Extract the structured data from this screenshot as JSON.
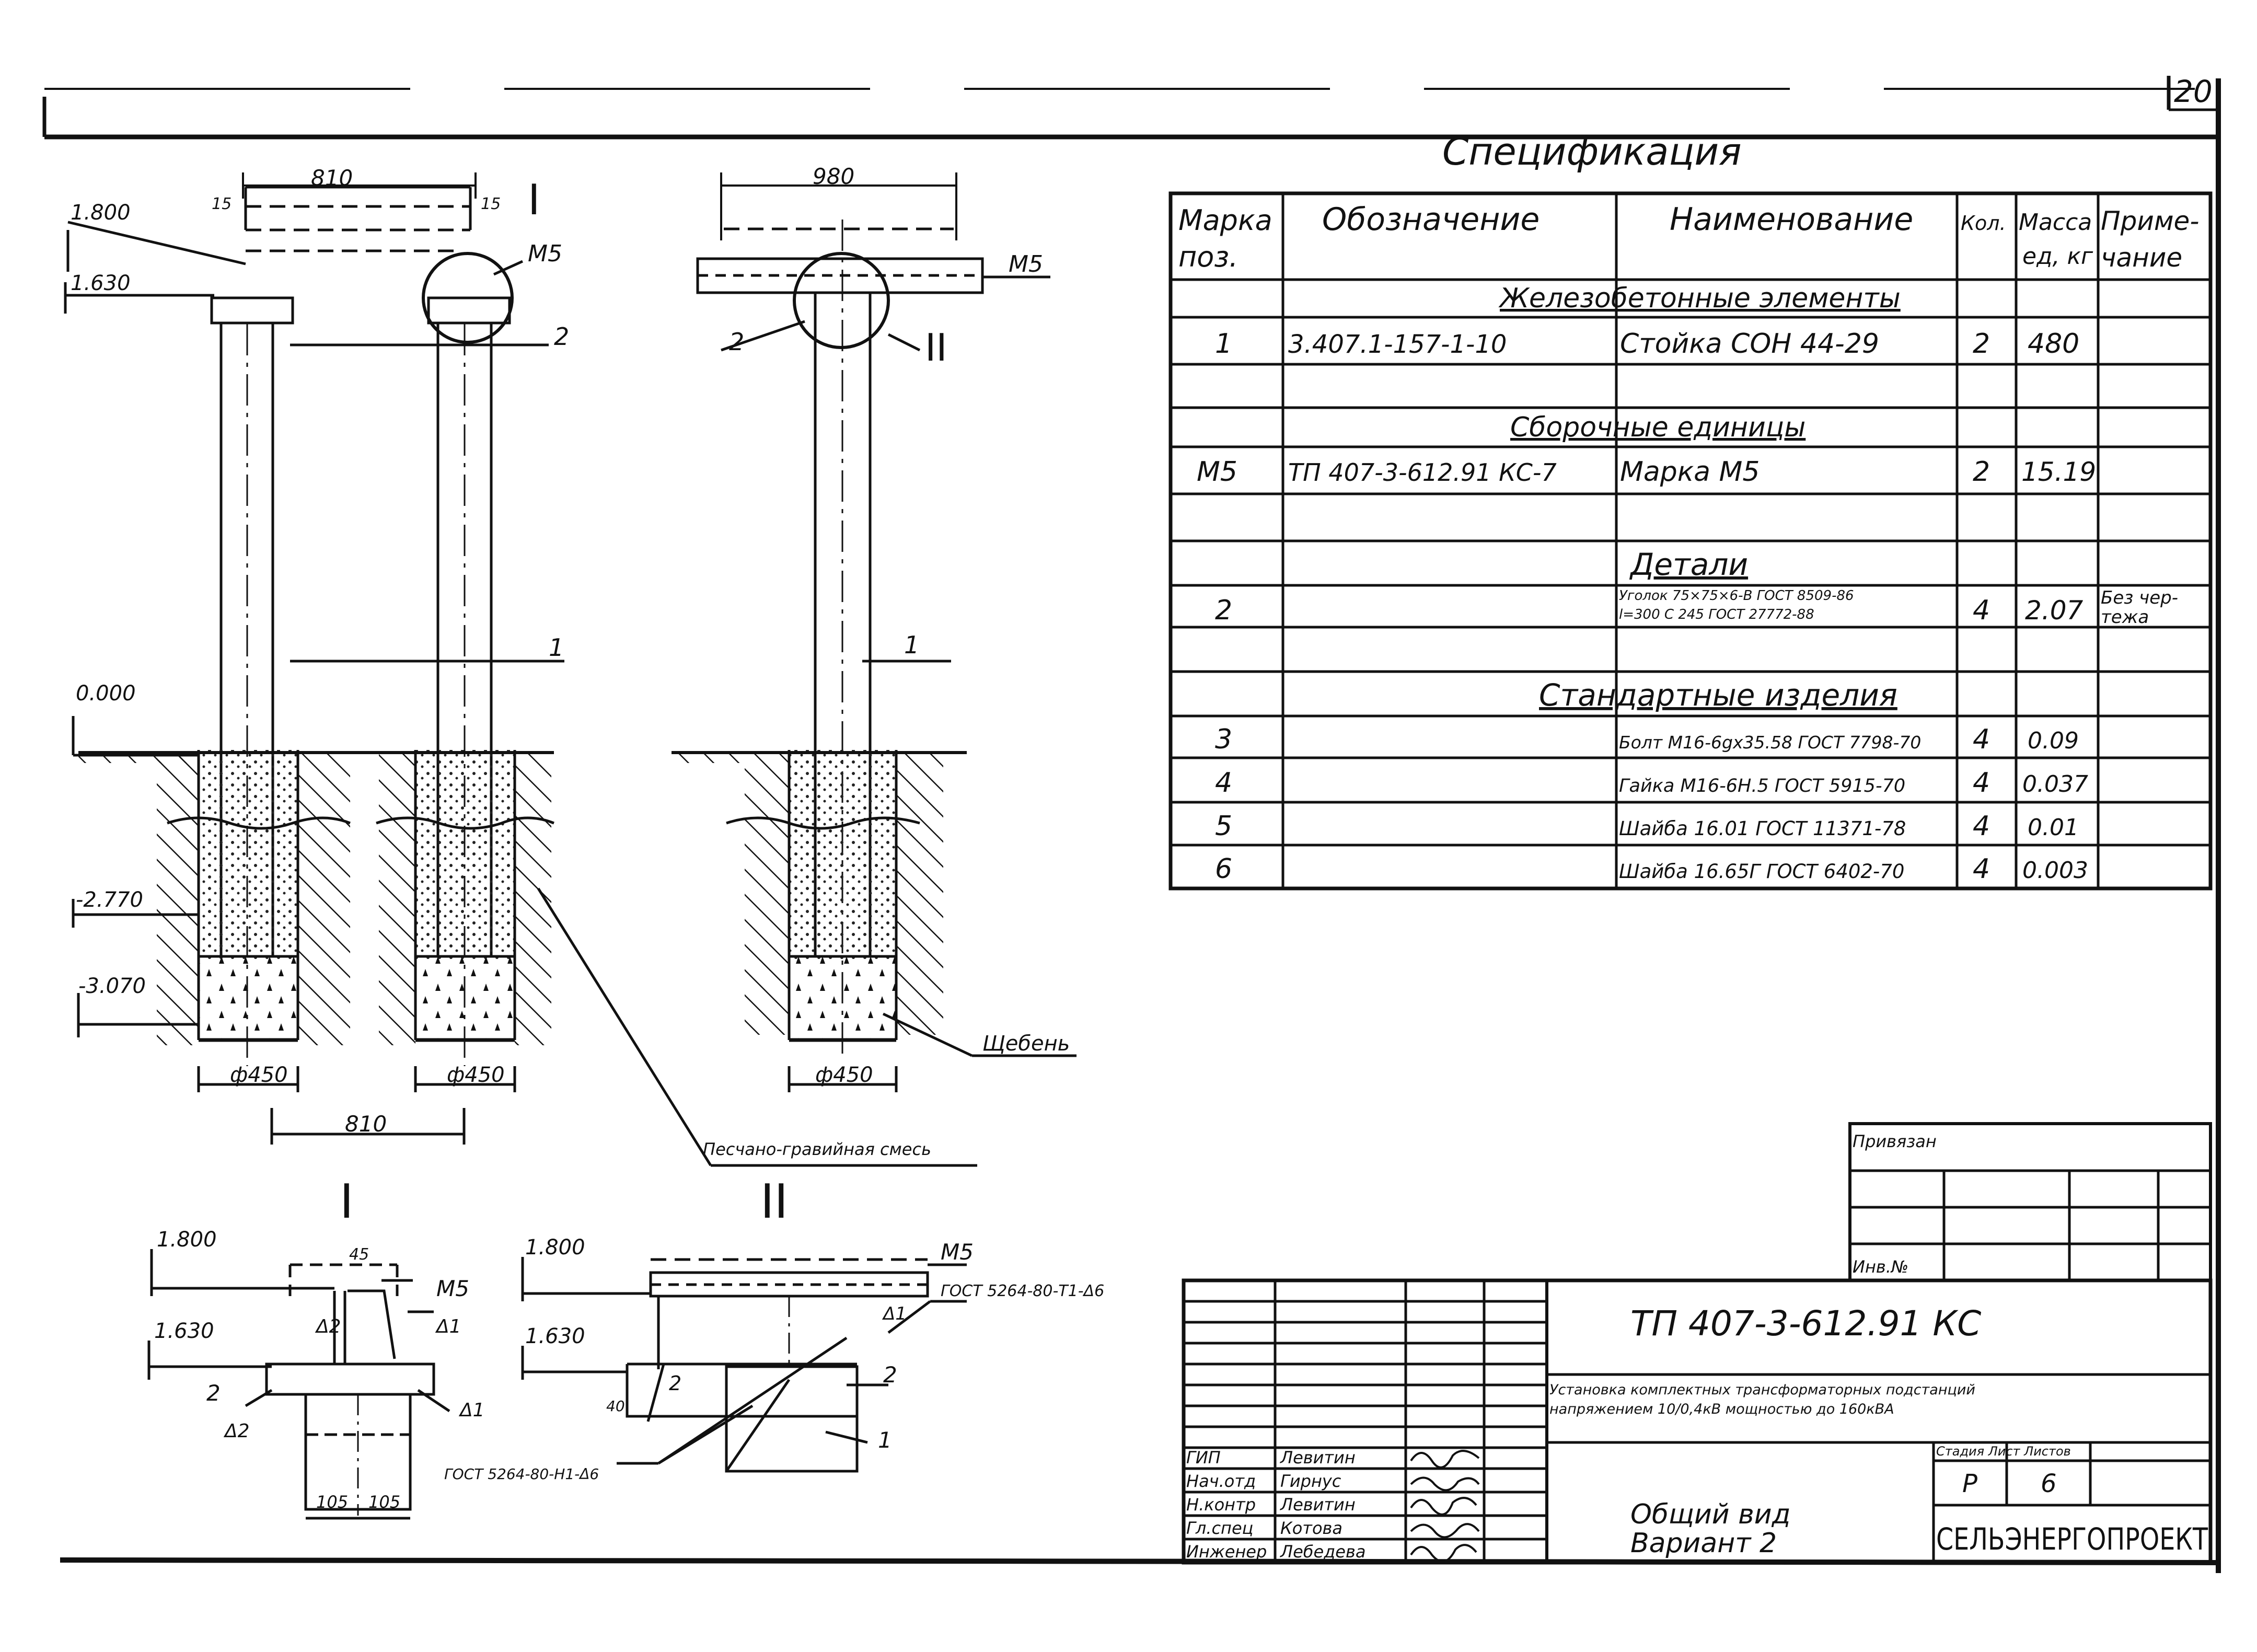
{
  "sheet": {
    "page_number": "20"
  },
  "spec": {
    "title": "Спецификация",
    "headers": {
      "mark": "Марка поз.",
      "mark_line1": "Марка",
      "mark_line2": "поз.",
      "designation": "Обозначение",
      "name": "Наименование",
      "qty": "Кол.",
      "mass": "Масса ед, кг",
      "mass_line1": "Масса",
      "mass_line2": "ед, кг",
      "note": "Приме- чание",
      "note_line1": "Приме-",
      "note_line2": "чание"
    },
    "sections": {
      "rc": "Железобетонные элементы",
      "asm": "Сборочные единицы",
      "det": "Детали",
      "std": "Стандартные изделия"
    },
    "rows": [
      {
        "mark": "1",
        "designation": "3.407.1-157-1-10",
        "name": "Стойка СОН 44-29",
        "qty": "2",
        "mass": "480",
        "note": ""
      },
      {
        "mark": "М5",
        "designation": "ТП 407-3-612.91 КС-7",
        "name": "Марка М5",
        "qty": "2",
        "mass": "15.19",
        "note": ""
      },
      {
        "mark": "2",
        "designation": "",
        "name": "Уголок 75×75×6-В ГОСТ 8509-86 / С 245 ГОСТ 27772-88 l=300",
        "name_line1": "Уголок 75×75×6-В ГОСТ 8509-86",
        "name_line2": "l=300  С 245 ГОСТ 27772-88",
        "qty": "4",
        "mass": "2.07",
        "note": "Без чер- тежа",
        "note_line1": "Без чер-",
        "note_line2": "тежа"
      },
      {
        "mark": "3",
        "designation": "",
        "name": "Болт М16-6gх35.58 ГОСТ 7798-70",
        "qty": "4",
        "mass": "0.09",
        "note": ""
      },
      {
        "mark": "4",
        "designation": "",
        "name": "Гайка М16-6Н.5 ГОСТ 5915-70",
        "qty": "4",
        "mass": "0.037",
        "note": ""
      },
      {
        "mark": "5",
        "designation": "",
        "name": "Шайба 16.01 ГОСТ 11371-78",
        "qty": "4",
        "mass": "0.01",
        "note": ""
      },
      {
        "mark": "6",
        "designation": "",
        "name": "Шайба 16.65Г ГОСТ 6402-70",
        "qty": "4",
        "mass": "0.003",
        "note": ""
      }
    ]
  },
  "drawing": {
    "dims": {
      "d810_top": "810",
      "d980_top": "980",
      "d810_bottom": "810",
      "d15a": "15",
      "d15b": "15",
      "dia1": "ф450",
      "dia2": "ф450",
      "dia3": "ф450",
      "d105a": "105",
      "d105b": "105",
      "d40": "40",
      "d45": "45"
    },
    "levels": {
      "l1800": "1.800",
      "l1630": "1.630",
      "l0": "0.000",
      "lm2770": "-2.770",
      "lm3070": "-3.070",
      "dI_1800": "1.800",
      "dI_1630": "1.630",
      "dII_1800": "1.800",
      "dII_1630": "1.630"
    },
    "labels": {
      "m5a": "М5",
      "m5b": "М5",
      "m5c": "М5",
      "m5d": "М5",
      "pos1a": "1",
      "pos1b": "1",
      "pos1c": "1",
      "pos2a": "2",
      "pos2b": "2",
      "pos2c": "2",
      "pos2d": "2",
      "pos2e": "2",
      "roman1": "I",
      "roman2": "II",
      "roman1_title": "I",
      "roman2_title": "II",
      "sand_gravel": "Песчано-гравийная смесь",
      "gravel": "Щебень",
      "gost_weld1": "ГОСТ 5264-80-Т1-Δ6",
      "gost_weld2": "ГОСТ 5264-80-Н1-Δ6",
      "welds": [
        "Δ2",
        "Δ1",
        "Δ2",
        "Δ1",
        "Δ1"
      ]
    }
  },
  "stamp": {
    "tied_label": "Привязан",
    "inv_label": "Инв.№",
    "code": "ТП 407-3-612.91 КС",
    "desc_line1": "Установка комплектных трансформаторных подстанций",
    "desc_line2": "напряжением 10/0,4кВ мощностью до 160кВА",
    "sheet_title_line1": "Общий вид",
    "sheet_title_line2": "Вариант 2",
    "stage_header": "Стадия  Лист  Листов",
    "stage": "Р",
    "sheet": "6",
    "org": "СЕЛЬЭНЕРГОПРОЕКТ",
    "roles": [
      "ГИП",
      "Нач.отд",
      "Н.контр",
      "Гл.спец",
      "Инженер"
    ],
    "names": [
      "Левитин",
      "Гирнус",
      "Левитин",
      "Котова",
      "Лебедева"
    ]
  }
}
